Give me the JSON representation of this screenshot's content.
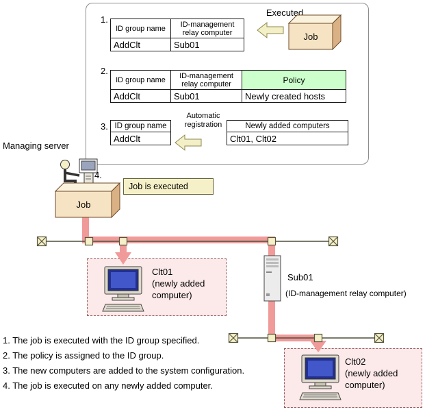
{
  "colors": {
    "beige": "#f5f0c8",
    "policy_green": "#ccffcc",
    "highlight_pink": "#f09a9a",
    "added_box_fill": "#fce9e9",
    "job_box_front": "#f6e3c3",
    "screen_blue": "#23308f"
  },
  "panel": {
    "step1": {
      "num": "1.",
      "executed_label": "Executed",
      "job_label": "Job",
      "table": {
        "headers": [
          "ID group name",
          "ID-management relay computer"
        ],
        "row": [
          "AddClt",
          "Sub01"
        ]
      }
    },
    "step2": {
      "num": "2.",
      "table": {
        "headers": [
          "ID group name",
          "ID-management relay computer",
          "Policy"
        ],
        "row": [
          "AddClt",
          "Sub01",
          "Newly created hosts"
        ]
      }
    },
    "step3": {
      "num": "3.",
      "arrow_label": "Automatic\nregistration",
      "group_table": {
        "header": "ID group name",
        "row": "AddClt"
      },
      "added_table": {
        "header": "Newly added computers",
        "row": "Clt01, Clt02"
      }
    }
  },
  "diagram": {
    "managing_server_label": "Managing server",
    "job_label": "Job",
    "step4_num": "4.",
    "callout_label": "Job is executed",
    "clt01_label": "Clt01\n(newly added\ncomputer)",
    "sub01_label": "Sub01",
    "sub01_sublabel": "(ID-management relay computer)",
    "clt02_label": "Clt02\n(newly added\ncomputer)"
  },
  "notes": [
    "1. The job is executed with the ID group specified.",
    "2. The policy is assigned to the ID group.",
    "3. The new computers are added to the system configuration.",
    "4. The job is executed on any newly added computer."
  ]
}
